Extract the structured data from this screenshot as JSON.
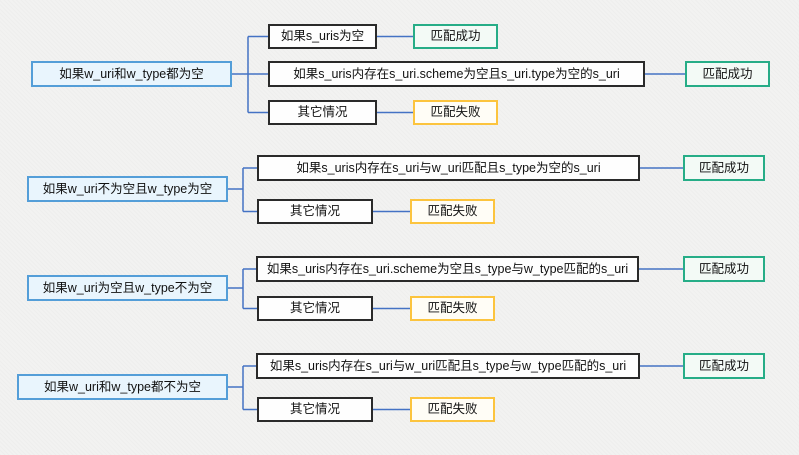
{
  "colors": {
    "background": "#f2f2f1",
    "connector": "#4472c4",
    "root_border": "#549ed8",
    "root_fill": "#e9f5fd",
    "mid_border": "#2a2a2a",
    "success_border": "#26ad87",
    "success_fill": "#f3faf6",
    "fail_border": "#fcc43e",
    "fail_fill": "#fffdf6"
  },
  "groups": [
    {
      "root": "如果w_uri和w_type都为空",
      "children": [
        {
          "label": "如果s_uris为空",
          "result": "匹配成功",
          "status": "success"
        },
        {
          "label": "如果s_uris内存在s_uri.scheme为空且s_uri.type为空的s_uri",
          "result": "匹配成功",
          "status": "success"
        },
        {
          "label": "其它情况",
          "result": "匹配失败",
          "status": "failure"
        }
      ]
    },
    {
      "root": "如果w_uri不为空且w_type为空",
      "children": [
        {
          "label": "如果s_uris内存在s_uri与w_uri匹配且s_type为空的s_uri",
          "result": "匹配成功",
          "status": "success"
        },
        {
          "label": "其它情况",
          "result": "匹配失败",
          "status": "failure"
        }
      ]
    },
    {
      "root": "如果w_uri为空且w_type不为空",
      "children": [
        {
          "label": "如果s_uris内存在s_uri.scheme为空且s_type与w_type匹配的s_uri",
          "result": "匹配成功",
          "status": "success"
        },
        {
          "label": "其它情况",
          "result": "匹配失败",
          "status": "failure"
        }
      ]
    },
    {
      "root": "如果w_uri和w_type都不为空",
      "children": [
        {
          "label": "如果s_uris内存在s_uri与w_uri匹配且s_type与w_type匹配的s_uri",
          "result": "匹配成功",
          "status": "success"
        },
        {
          "label": "其它情况",
          "result": "匹配失败",
          "status": "failure"
        }
      ]
    }
  ]
}
